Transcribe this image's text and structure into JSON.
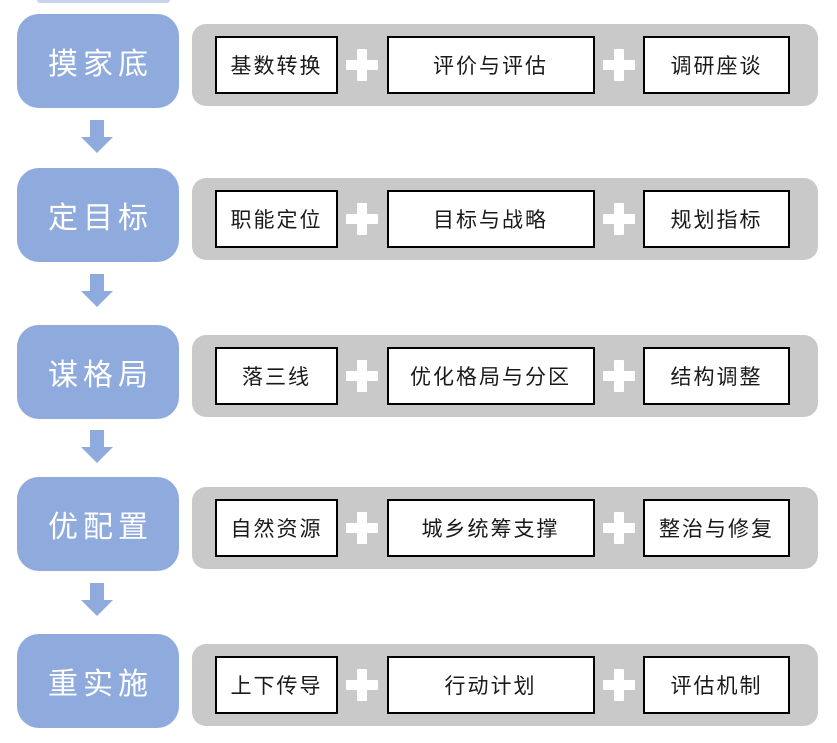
{
  "rows": [
    {
      "stage": "摸家底",
      "items": [
        "基数转换",
        "评价与评估",
        "调研座谈"
      ]
    },
    {
      "stage": "定目标",
      "items": [
        "职能定位",
        "目标与战略",
        "规划指标"
      ]
    },
    {
      "stage": "谋格局",
      "items": [
        "落三线",
        "优化格局与分区",
        "结构调整"
      ]
    },
    {
      "stage": "优配置",
      "items": [
        "自然资源",
        "城乡统筹支撑",
        "整治与修复"
      ]
    },
    {
      "stage": "重实施",
      "items": [
        "上下传导",
        "行动计划",
        "评估机制"
      ]
    }
  ],
  "icons": {
    "plus": "plus-icon",
    "down_arrow": "down-arrow-icon"
  },
  "colors": {
    "stage_fill": "#8FAADC",
    "bar_fill": "#C9C9C9",
    "item_fill": "#FFFFFF",
    "item_border": "#000000",
    "plus_fill": "#FFFFFF",
    "arrow_fill": "#8FAADC"
  }
}
